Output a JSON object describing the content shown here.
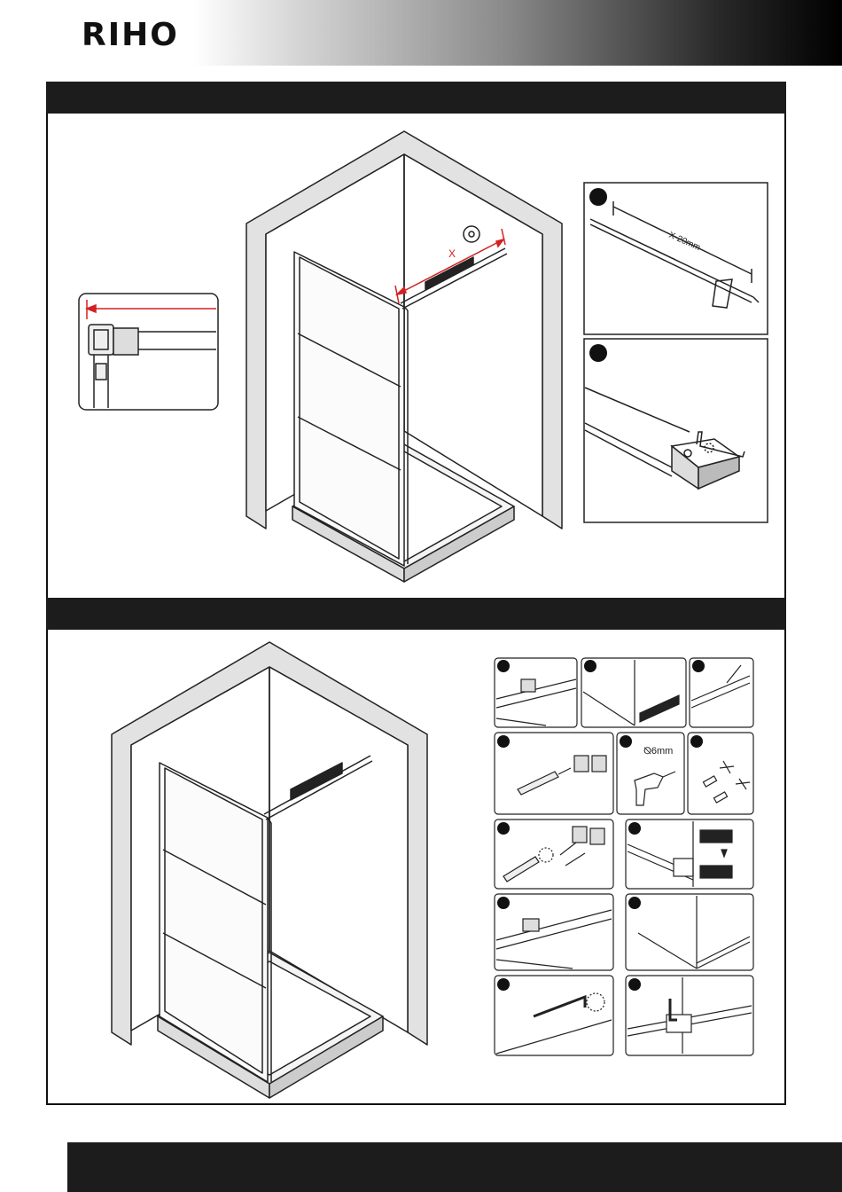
{
  "brand": {
    "name": "RIHO"
  },
  "section1": {
    "measure_label": "X",
    "detail_a": {
      "dimension_label": "X-20mm"
    },
    "detail_b": {}
  },
  "section2": {
    "drill_label": "⦰6mm"
  },
  "colors": {
    "header_dark": "#000000",
    "section_bar": "#1c1c1c",
    "measure_red": "#d42020",
    "line": "#222222"
  },
  "icons": [
    "tape-measure-icon",
    "hex-key-icon",
    "screwdriver-icon",
    "drill-icon",
    "wall-plug-icon",
    "screw-icon"
  ]
}
